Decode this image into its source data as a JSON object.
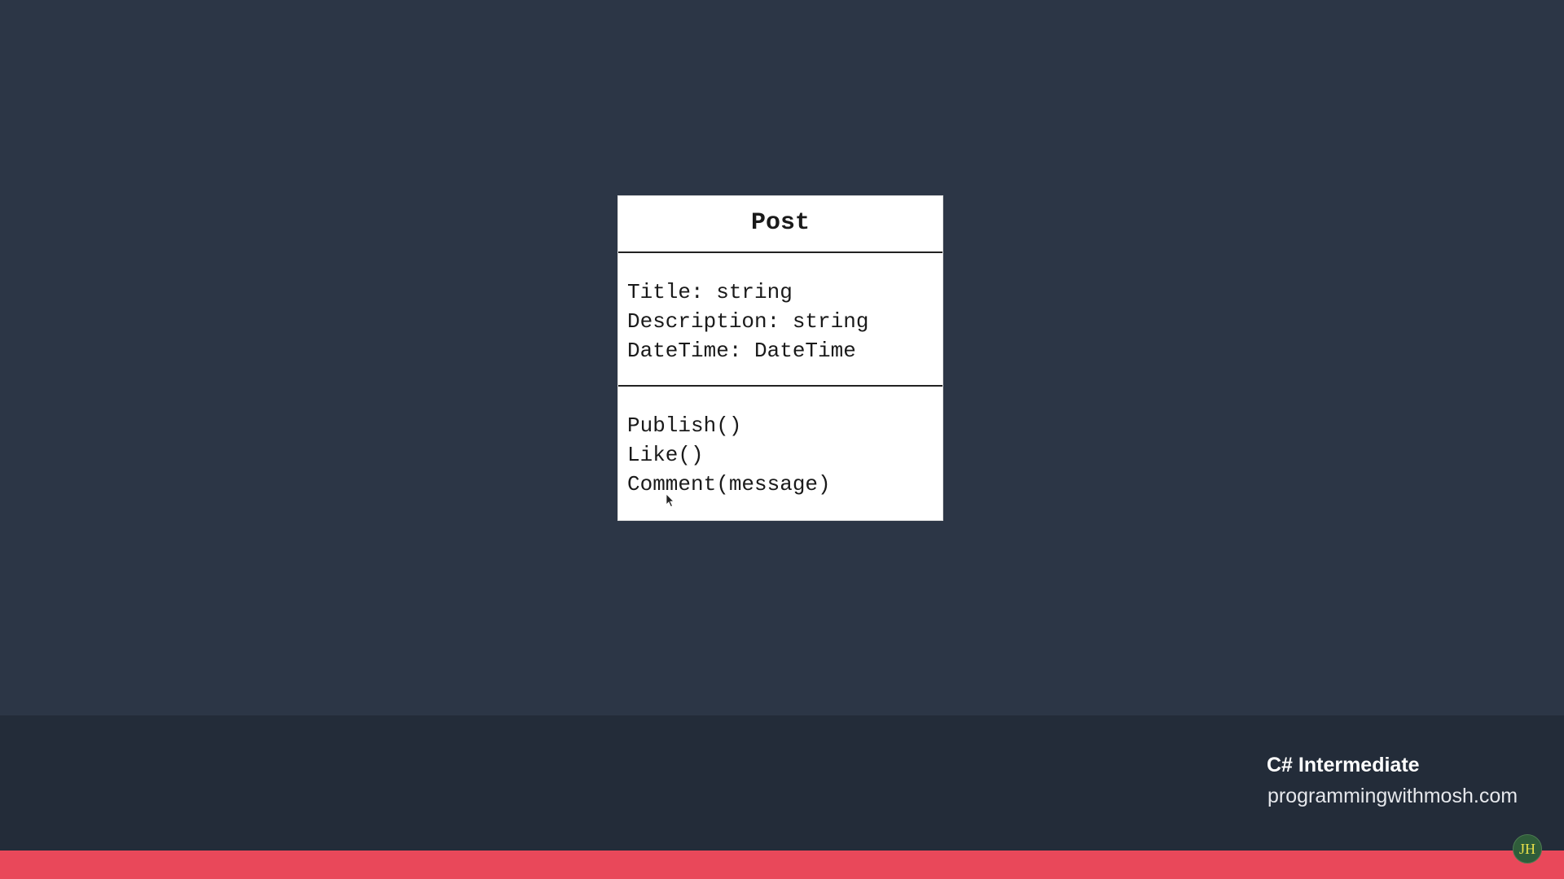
{
  "diagram": {
    "class_name": "Post",
    "attributes": [
      "Title: string",
      "Description: string",
      "DateTime: DateTime"
    ],
    "methods": [
      "Publish()",
      "Like()",
      "Comment(message)"
    ]
  },
  "footer": {
    "course_title": "C# Intermediate",
    "website": "programmingwithmosh.com",
    "avatar_initials": "JH"
  },
  "colors": {
    "background": "#2c3646",
    "footer_band": "#232c39",
    "accent_bar": "#e9485a",
    "box": "#ffffff"
  },
  "icons": {
    "cursor": "mouse-pointer-icon"
  }
}
